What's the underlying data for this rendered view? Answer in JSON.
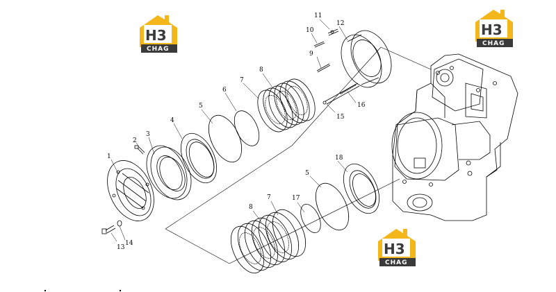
{
  "diagram": {
    "callouts": {
      "c1": "1",
      "c2": "2",
      "c3": "3",
      "c4": "4",
      "c5a": "5",
      "c5b": "5",
      "c6": "6",
      "c7a": "7",
      "c7b": "7",
      "c8a": "8",
      "c8b": "8",
      "c9": "9",
      "c10": "10",
      "c11": "11",
      "c12": "12",
      "c13": "13",
      "c14": "14",
      "c15": "15",
      "c16": "16",
      "c17": "17",
      "c18": "18"
    }
  },
  "logos": {
    "top_left": {
      "mark": "H3",
      "word": "CHAG"
    },
    "top_right": {
      "mark": "H3",
      "word": "CHAG"
    },
    "bottom_mid": {
      "mark": "H3",
      "word": "CHAG"
    }
  },
  "colors": {
    "logo_gold": "#f3b71c",
    "logo_dark": "#3a3a3a",
    "line": "#000000"
  }
}
